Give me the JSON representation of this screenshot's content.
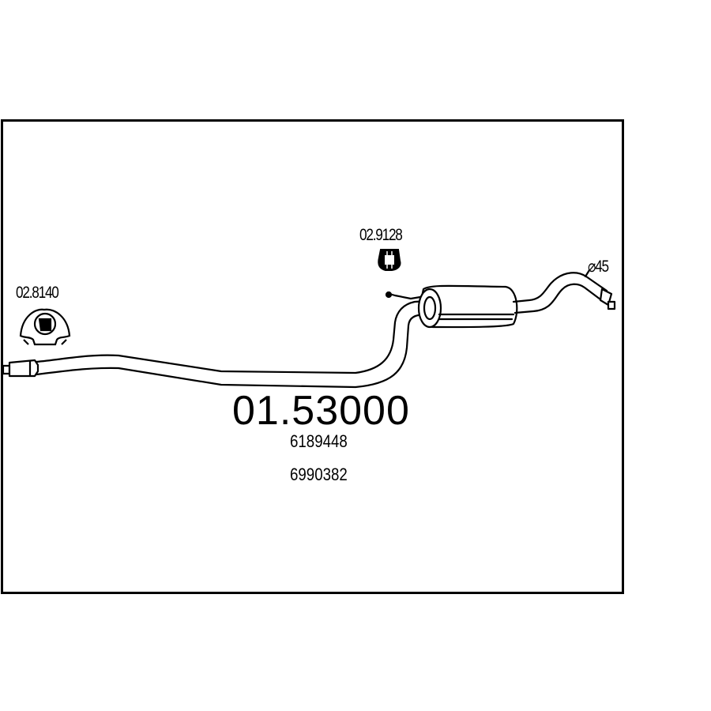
{
  "main_part_number": "01.53000",
  "oe_numbers": [
    "6189448",
    "6990382"
  ],
  "accessories": [
    {
      "part_number": "02.8140",
      "icon": "exhaust-rubber-hanger"
    },
    {
      "part_number": "02.9128",
      "icon": "rubber-mount"
    }
  ],
  "diameter_label": "⌀45",
  "line_color": "#000000",
  "background_color": "#ffffff"
}
